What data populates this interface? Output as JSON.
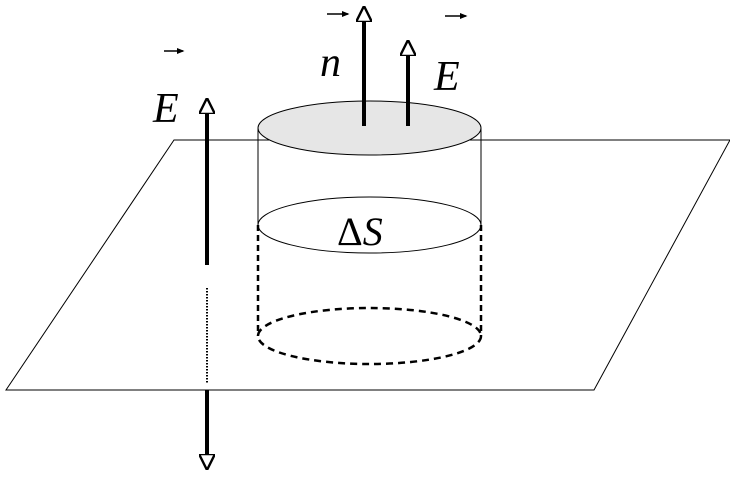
{
  "labels": {
    "e_left": "E",
    "n": "n",
    "e_right": "E",
    "delta": "Δ",
    "s": "S"
  },
  "colors": {
    "stroke": "#000000",
    "top_face_fill": "#e6e6e6",
    "background": "#ffffff"
  }
}
